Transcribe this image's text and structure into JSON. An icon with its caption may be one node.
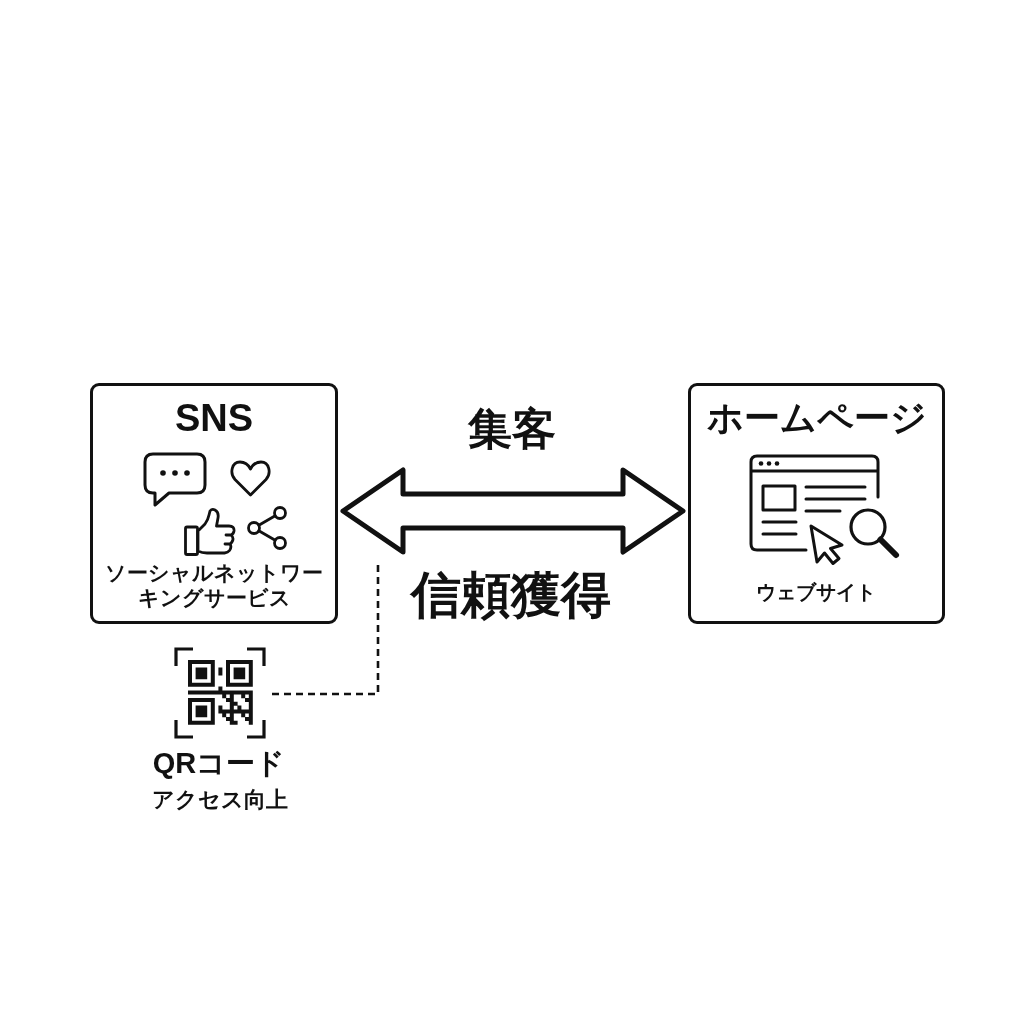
{
  "diagram": {
    "nodes": [
      {
        "text": [
          "SNS",
          "ソーシャルネットワーキングサービス"
        ]
      },
      {
        "text": [
          "ホームページ",
          "ウェブサイト"
        ]
      },
      {
        "text": [],
        "shape": "picture",
        "beside": [
          "QRコード",
          "アクセス向上"
        ]
      }
    ],
    "edges": [
      {
        "from": 0,
        "to": 1,
        "arrow": "both",
        "label": "集客",
        "style": "thick"
      },
      {
        "from": 2,
        "to": null,
        "arrow": "none",
        "style": "dashed"
      }
    ],
    "labels": [
      "信頼獲得"
    ]
  }
}
